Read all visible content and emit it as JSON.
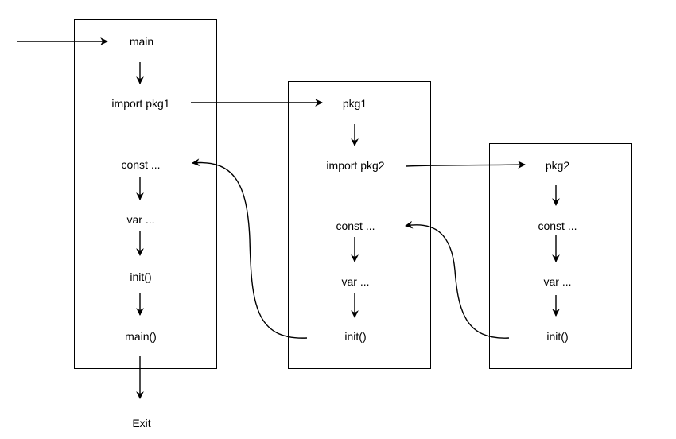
{
  "diagram": {
    "main_block": {
      "entry": "main",
      "import": "import pkg1",
      "const": "const ...",
      "var": "var ...",
      "init": "init()",
      "main_func": "main()"
    },
    "pkg1_block": {
      "entry": "pkg1",
      "import": "import pkg2",
      "const": "const ...",
      "var": "var ...",
      "init": "init()"
    },
    "pkg2_block": {
      "entry": "pkg2",
      "const": "const ...",
      "var": "var ...",
      "init": "init()"
    },
    "exit": "Exit"
  },
  "colors": {
    "stroke": "#000000",
    "background": "#ffffff"
  }
}
